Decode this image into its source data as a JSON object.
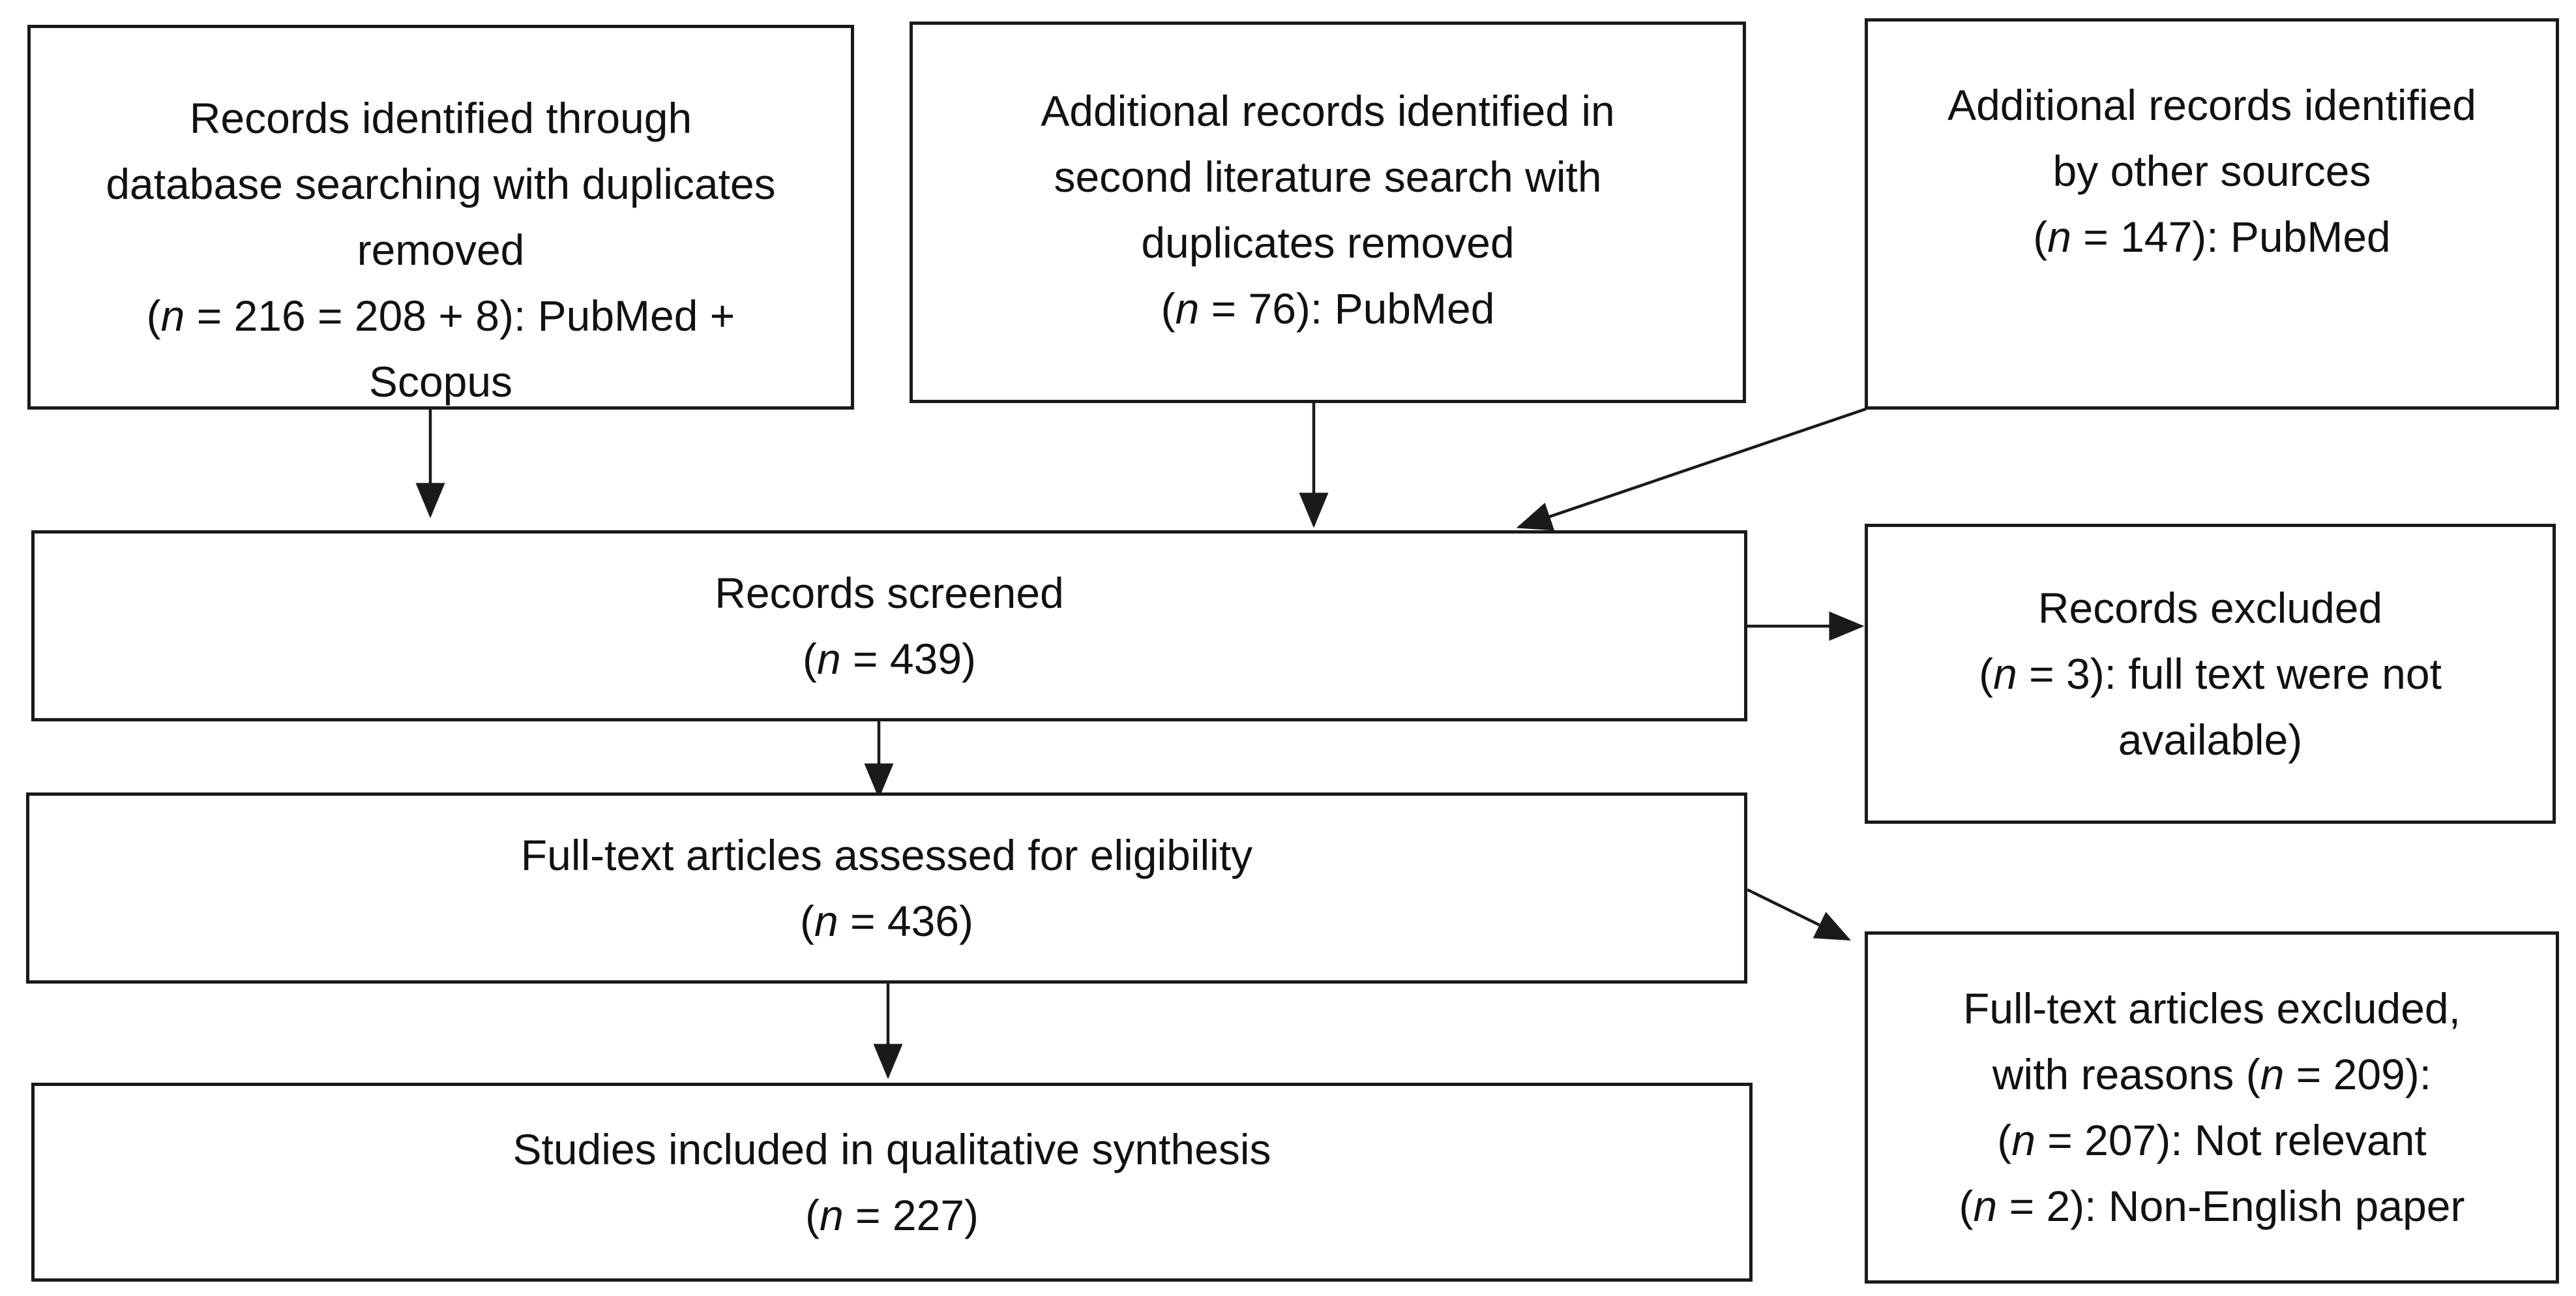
{
  "boxes": {
    "identified_db": {
      "lines": [
        {
          "t": "Records identified through"
        },
        {
          "t": "database searching with duplicates"
        },
        {
          "t": "removed"
        },
        {
          "pre": "(",
          "n": "n",
          "post": " = 216 = 208 + 8): PubMed +"
        },
        {
          "t": "Scopus"
        }
      ]
    },
    "additional_second": {
      "lines": [
        {
          "t": "Additional records identified in"
        },
        {
          "t": "second literature search with"
        },
        {
          "t": "duplicates removed"
        },
        {
          "pre": "(",
          "n": "n",
          "post": " = 76): PubMed"
        }
      ]
    },
    "additional_other": {
      "lines": [
        {
          "t": "Additional records identified"
        },
        {
          "t": "by other sources"
        },
        {
          "pre": "(",
          "n": "n",
          "post": " = 147): PubMed"
        }
      ]
    },
    "screened": {
      "lines": [
        {
          "t": "Records screened"
        },
        {
          "pre": "(",
          "n": "n",
          "post": " = 439)"
        }
      ]
    },
    "excluded": {
      "lines": [
        {
          "t": "Records excluded"
        },
        {
          "pre": "(",
          "n": "n",
          "post": " = 3): full text were not"
        },
        {
          "t": "available)"
        }
      ]
    },
    "fulltext": {
      "lines": [
        {
          "t": "Full-text articles assessed for eligibility"
        },
        {
          "pre": "(",
          "n": "n",
          "post": " = 436)"
        }
      ]
    },
    "fulltext_excluded": {
      "lines": [
        {
          "t": "Full-text articles excluded,"
        },
        {
          "pre": "with reasons (",
          "n": "n",
          "post": " = 209):"
        },
        {
          "pre": "(",
          "n": "n",
          "post": " = 207): Not relevant"
        },
        {
          "pre": "(",
          "n": "n",
          "post": " = 2): Non-English paper"
        }
      ]
    },
    "included": {
      "lines": [
        {
          "t": "Studies included in qualitative synthesis"
        },
        {
          "pre": "(",
          "n": "n",
          "post": " = 227)"
        }
      ]
    }
  }
}
